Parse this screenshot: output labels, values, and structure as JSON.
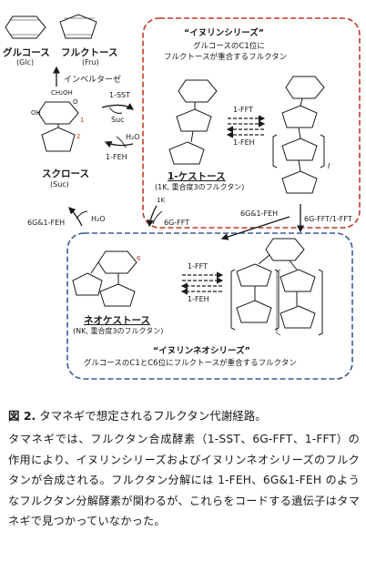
{
  "labels": {
    "glucose": "グルコース",
    "glucose_abbr": "(Glc)",
    "fructose": "フルクトース",
    "fructose_abbr": "(Fru)",
    "invertase": "インベルターゼ",
    "sucrose": "スクロース",
    "sucrose_abbr": "(Suc)",
    "kestose": "1-ケストース",
    "kestose_note": "(1K, 重合度3のフルクタン)",
    "neokestose": "ネオケストース",
    "neokestose_note": "(NK, 重合度3のフルクタン)",
    "inulin_title": "“イヌリンシリーズ”",
    "inulin_desc_1": "グルコースのC1位に",
    "inulin_desc_2": "フルクトースが重合するフルクタン",
    "neo_title": "“イヌリンネオシリーズ”",
    "neo_desc": "グルコースのC1とC6位にフルクトースが重合するフルクタン"
  },
  "enzymes": {
    "sst": "1-SST",
    "suc": "Suc",
    "h2o": "H₂O",
    "feh": "1-FEH",
    "fft": "1-FFT",
    "feh_center": "1-FEH",
    "fft_neo": "1-FFT",
    "feh_neo": "1-FEH",
    "one_k": "1K",
    "sixg_fft": "6G-FFT",
    "sixg_feh_left": "6G&1-FEH",
    "h2o_left": "H₂O",
    "sixg_feh_diag": "6G&1-FEH",
    "sixg_fft_right": "6G-FFT/1-FFT",
    "i_mark": "I"
  },
  "structure_text": {
    "ch2oh": "CH₂OH",
    "oh": "OH",
    "o": "O",
    "num1": "1",
    "num2": "2",
    "num6": "6"
  },
  "colors": {
    "inulin_box": "#c0392b",
    "neo_box": "#3b5998",
    "ring_number": "#c0392b",
    "accent_blue": "#3b5998"
  },
  "caption": {
    "title_prefix": "図 2.",
    "title_text": " タマネギで想定されるフルクタン代謝経路。",
    "body": "タマネギでは、フルクタン合成酵素（1-SST、6G-FFT、1-FFT）の作用により、イヌリンシリーズおよびイヌリンネオシリーズのフルクタンが合成される。フルクタン分解には 1-FEH、6G&1-FEH のようなフルクタン分解酵素が関わるが、これらをコードする遺伝子はタマネギで見つかっていなかった。"
  }
}
